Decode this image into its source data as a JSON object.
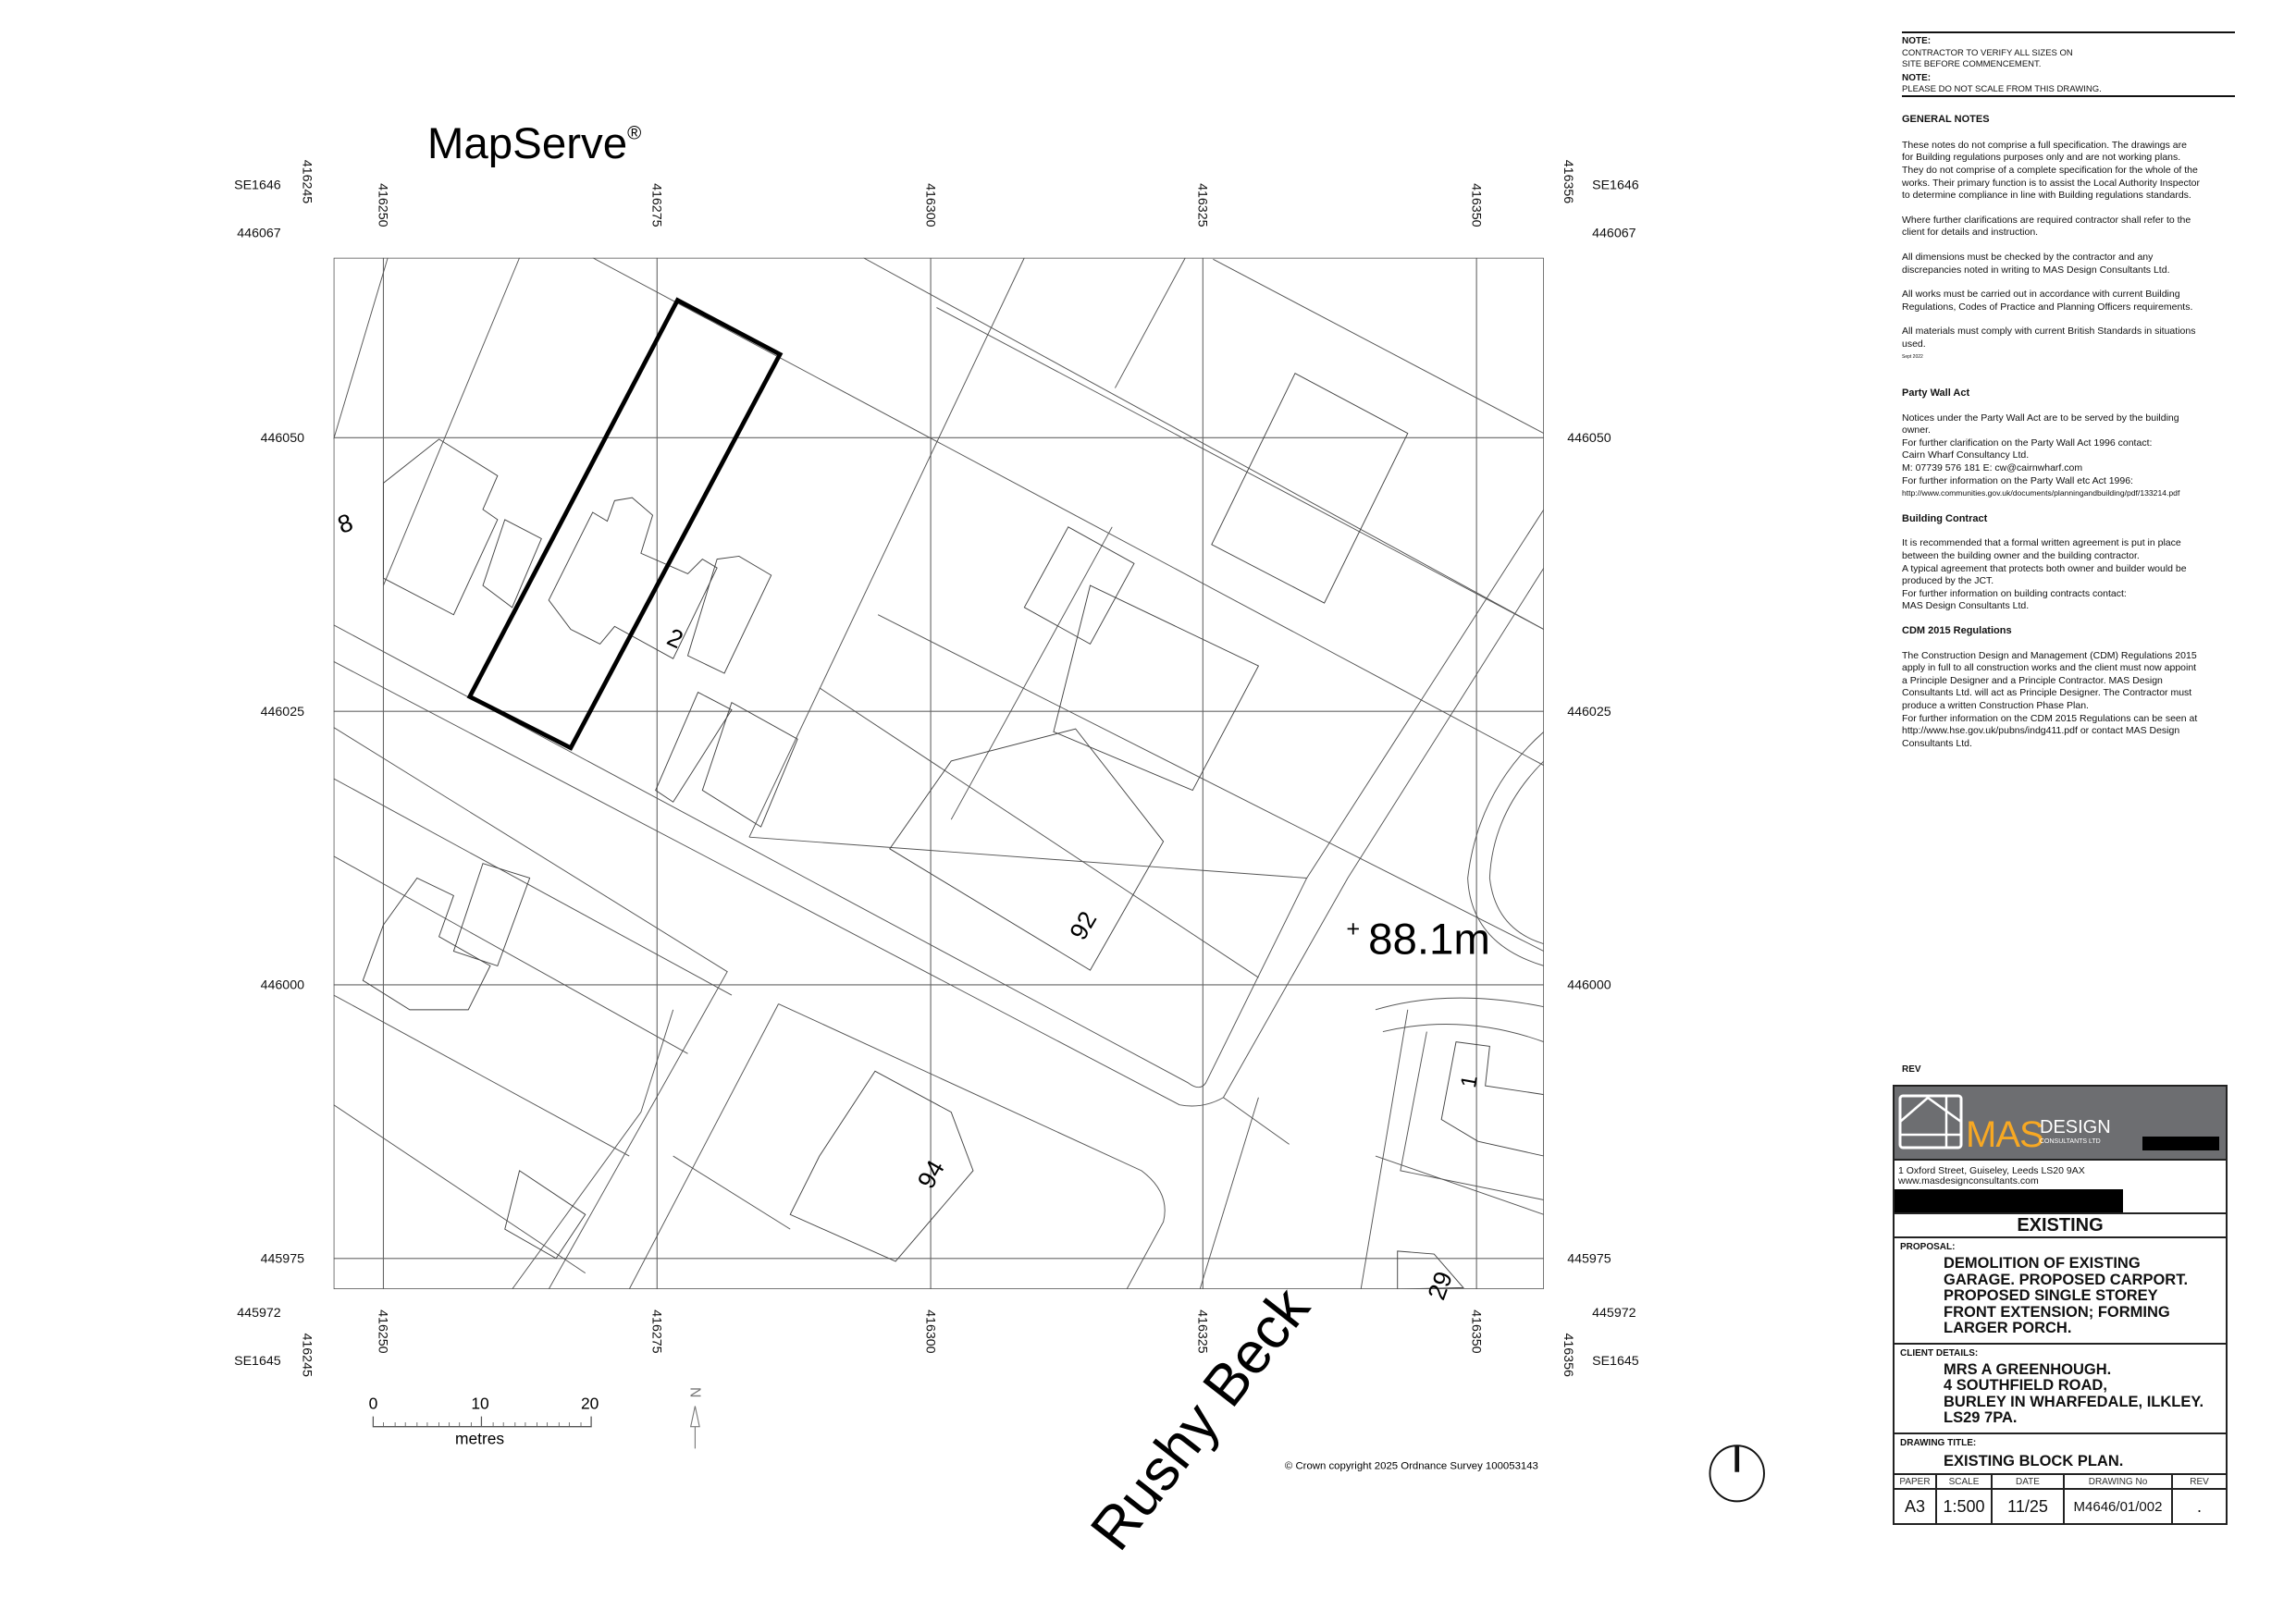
{
  "map": {
    "brand": "MapServe",
    "brand_mark": "®",
    "sheet_nw": "SE1646",
    "sheet_ne": "SE1646",
    "sheet_sw": "SE1645",
    "sheet_se": "SE1645",
    "easting_min": "416245",
    "easting_max": "416356",
    "northing_max": "446067",
    "northing_min": "445972",
    "eastings": [
      "416250",
      "416275",
      "416300",
      "416325",
      "416350"
    ],
    "northings": [
      "446050",
      "446025",
      "446000",
      "445975"
    ],
    "house_numbers": [
      "8",
      "2",
      "92",
      "94",
      "1",
      "29"
    ],
    "street_name": "Rushy Beck",
    "spot_height": "88.1m",
    "spot_height_mark": "+",
    "scale_bar": {
      "ticks": [
        "0",
        "10",
        "20"
      ],
      "unit": "metres"
    },
    "north_label": "N",
    "copyright": "© Crown copyright 2025 Ordnance Survey 100053143"
  },
  "notes": {
    "note1_title": "NOTE:",
    "note1_text": "CONTRACTOR TO VERIFY ALL SIZES ON\nSITE BEFORE COMMENCEMENT.",
    "note2_title": "NOTE:",
    "note2_text": "PLEASE DO NOT SCALE FROM THIS DRAWING.",
    "general_title": "GENERAL NOTES",
    "general": [
      "These notes do not comprise a full specification. The drawings are\nfor Building regulations purposes only and are not working plans.\nThey do not comprise of a complete specification for the whole of the\nworks. Their primary function is to assist the Local Authority Inspector\nto determine compliance in line with Building regulations standards.",
      "Where further clarifications are required contractor shall refer to the\nclient for details and instruction.",
      "All dimensions must be checked by the contractor and any\ndiscrepancies noted in writing to MAS Design Consultants Ltd.",
      "All works must be carried out in accordance with current Building\nRegulations, Codes of Practice and Planning Officers requirements.",
      "All materials must comply with current British Standards in situations\nused."
    ],
    "general_date": "Sept 2022",
    "party_wall_title": "Party Wall Act",
    "party_wall_text": "Notices under the Party Wall Act are to be served by the building\nowner.\nFor further clarification on the Party Wall Act 1996 contact:\nCairn Wharf Consultancy Ltd.\nM: 07739 576 181            E: cw@cairnwharf.com\nFor further information on the Party Wall etc Act 1996:",
    "party_wall_url": "http://www.communities.gov.uk/documents/planningandbuilding/pdf/133214.pdf",
    "building_contract_title": "Building Contract",
    "building_contract_text": "It is recommended that a formal written agreement is put in place\nbetween the building owner and the building contractor.\nA typical agreement that protects both owner and builder would be\nproduced by the JCT.\nFor further information on building contracts contact:\nMAS Design Consultants Ltd.",
    "cdm_title": "CDM 2015 Regulations",
    "cdm_text": "The Construction Design and Management  (CDM) Regulations 2015\napply in full to all construction works and the client must now appoint\na Principle Designer and a Principle Contractor.  MAS Design\nConsultants Ltd. will act as Principle Designer.  The Contractor must\nproduce a written Construction Phase Plan.\nFor further information on the CDM 2015 Regulations can be seen at\nhttp://www.hse.gov.uk/pubns/indg411.pdf or contact MAS Design\nConsultants Ltd."
  },
  "title_block": {
    "rev_label": "REV",
    "logo_mas": "MAS",
    "logo_design": "DESIGN",
    "logo_sub": "CONSULTANTS LTD",
    "address": "1 Oxford Street, Guiseley, Leeds LS20 9AX",
    "website": "www.masdesignconsultants.com",
    "status": "EXISTING",
    "proposal_label": "PROPOSAL:",
    "proposal": "DEMOLITION OF EXISTING\nGARAGE. PROPOSED CARPORT.\nPROPOSED SINGLE STOREY\nFRONT EXTENSION; FORMING\nLARGER PORCH.",
    "client_label": "CLIENT DETAILS:",
    "client": "MRS A GREENHOUGH.\n4 SOUTHFIELD ROAD,\nBURLEY IN WHARFEDALE, ILKLEY.\nLS29 7PA.",
    "drawing_title_label": "DRAWING TITLE:",
    "drawing_title": "EXISTING BLOCK PLAN.",
    "headers": [
      "PAPER",
      "SCALE",
      "DATE",
      "DRAWING No",
      "REV"
    ],
    "values": [
      "A3",
      "1:500",
      "11/25",
      "M4646/01/002",
      "."
    ],
    "colors": {
      "logo_band": "#6d6e71",
      "logo_accent": "#f7a823"
    }
  }
}
